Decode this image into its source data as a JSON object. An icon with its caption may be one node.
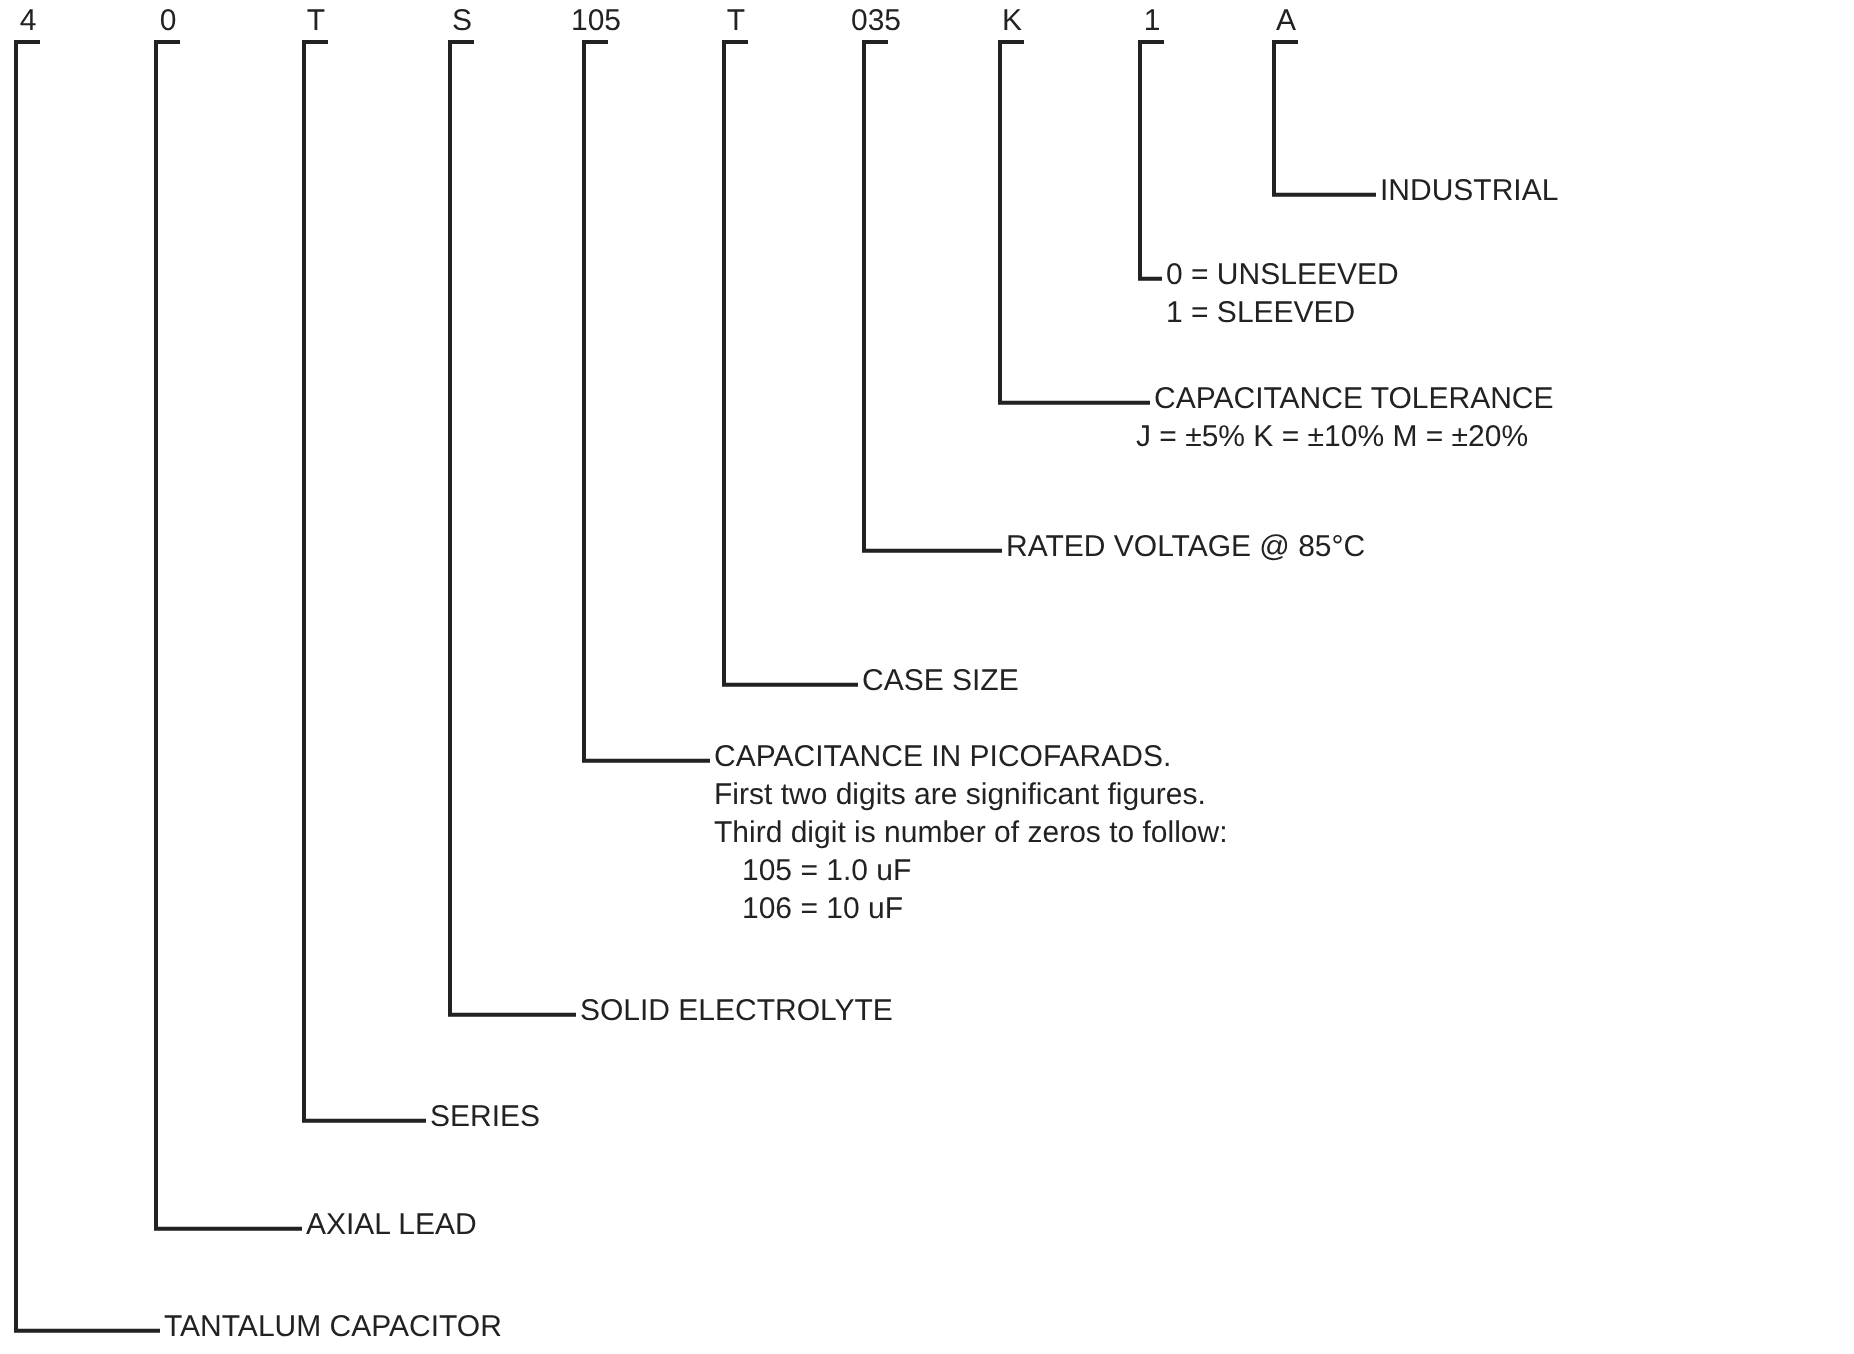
{
  "diagram": {
    "nodes": [
      {
        "text": [
          "4"
        ]
      },
      {
        "text": [
          "0"
        ]
      },
      {
        "text": [
          "T"
        ]
      },
      {
        "text": [
          "S"
        ]
      },
      {
        "text": [
          "105"
        ]
      },
      {
        "text": [
          "T"
        ]
      },
      {
        "text": [
          "035"
        ]
      },
      {
        "text": [
          "K"
        ]
      },
      {
        "text": [
          "1"
        ]
      },
      {
        "text": [
          "A"
        ]
      },
      {
        "text": [
          "INDUSTRIAL"
        ]
      },
      {
        "text": [
          "0 = UNSLEEVED",
          "1 = SLEEVED"
        ]
      },
      {
        "text": [
          "CAPACITANCE TOLERANCE",
          "J = ±5%   K = ±10%   M = ±20%"
        ]
      },
      {
        "text": [
          "RATED VOLTAGE @ 85°C"
        ]
      },
      {
        "text": [
          "CASE SIZE"
        ]
      },
      {
        "text": [
          "CAPACITANCE IN PICOFARADS.",
          "First two digits are significant figures.",
          "Third digit is number of zeros to follow:",
          "105 = 1.0 uF",
          "106 = 10 uF"
        ]
      },
      {
        "text": [
          "SOLID ELECTROLYTE"
        ]
      },
      {
        "text": [
          "SERIES"
        ]
      },
      {
        "text": [
          "AXIAL LEAD"
        ]
      },
      {
        "text": [
          "TANTALUM CAPACITOR"
        ]
      }
    ],
    "edges": [
      {
        "from": 9,
        "to": 10,
        "arrow": "none"
      },
      {
        "from": 8,
        "to": 11,
        "arrow": "none"
      },
      {
        "from": 7,
        "to": 12,
        "arrow": "none"
      },
      {
        "from": 6,
        "to": 13,
        "arrow": "none"
      },
      {
        "from": 5,
        "to": 14,
        "arrow": "none"
      },
      {
        "from": 4,
        "to": 15,
        "arrow": "none"
      },
      {
        "from": 3,
        "to": 16,
        "arrow": "none"
      },
      {
        "from": 2,
        "to": 17,
        "arrow": "none"
      },
      {
        "from": 1,
        "to": 18,
        "arrow": "none"
      },
      {
        "from": 0,
        "to": 19,
        "arrow": "none"
      }
    ]
  }
}
